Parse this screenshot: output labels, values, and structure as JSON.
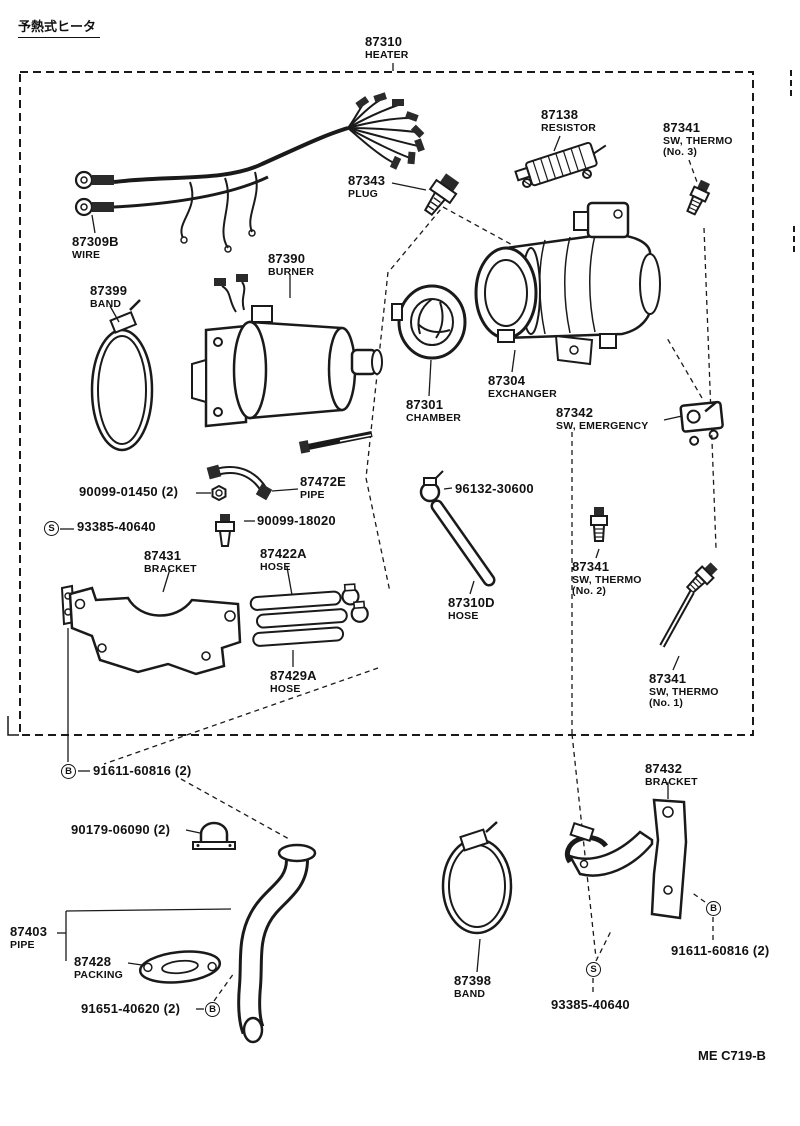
{
  "header": {
    "title_jp": "予熱式ヒータ"
  },
  "footer": {
    "doc_code": "ME  C719-B"
  },
  "parts": {
    "heater": {
      "code": "87310",
      "name": "HEATER"
    },
    "resistor": {
      "code": "87138",
      "name": "RESISTOR"
    },
    "thermo3": {
      "code": "87341",
      "name": "SW, THERMO",
      "note": "(No. 3)"
    },
    "plug": {
      "code": "87343",
      "name": "PLUG"
    },
    "wire": {
      "code": "87309B",
      "name": "WIRE"
    },
    "burner": {
      "code": "87390",
      "name": "BURNER"
    },
    "band_upper": {
      "code": "87399",
      "name": "BAND"
    },
    "exchanger": {
      "code": "87304",
      "name": "EXCHANGER"
    },
    "chamber": {
      "code": "87301",
      "name": "CHAMBER"
    },
    "sw_emergency": {
      "code": "87342",
      "name": "SW, EMERGENCY"
    },
    "nut": {
      "code": "90099-01450 (2)"
    },
    "pipe_small": {
      "code": "87472E",
      "name": "PIPE"
    },
    "clamp_small": {
      "code": "96132-30600"
    },
    "screw_upper": {
      "letter": "S",
      "code": "93385-40640"
    },
    "plug_small": {
      "code": "90099-18020"
    },
    "bracket_upper": {
      "code": "87431",
      "name": "BRACKET"
    },
    "hose_upper": {
      "code": "87422A",
      "name": "HOSE"
    },
    "thermo2": {
      "code": "87341",
      "name": "SW, THERMO",
      "note": "(No. 2)"
    },
    "hose_mid": {
      "code": "87310D",
      "name": "HOSE"
    },
    "hose_lower": {
      "code": "87429A",
      "name": "HOSE"
    },
    "thermo1": {
      "code": "87341",
      "name": "SW, THERMO",
      "note": "(No. 1)"
    },
    "bolt_upper": {
      "letter": "B",
      "code": "91611-60816 (2)"
    },
    "bracket_lower": {
      "code": "87432",
      "name": "BRACKET"
    },
    "clamp_lower": {
      "code": "90179-06090 (2)"
    },
    "pipe_main": {
      "code": "87403",
      "name": "PIPE"
    },
    "packing": {
      "code": "87428",
      "name": "PACKING"
    },
    "bolt_mid": {
      "code": "91651-40620 (2)",
      "letter": "B"
    },
    "band_lower": {
      "code": "87398",
      "name": "BAND"
    },
    "screw_lower": {
      "letter": "S",
      "code": "93385-40640"
    },
    "bolt_lower": {
      "code": "91611-60816 (2)",
      "letter": "B"
    }
  }
}
